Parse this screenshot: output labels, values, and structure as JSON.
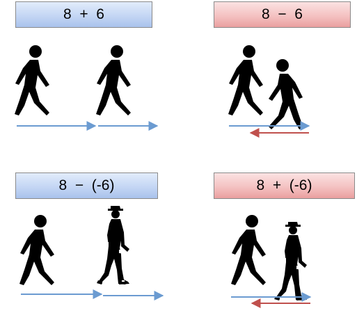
{
  "panels": [
    {
      "expression": "8  +  6",
      "box_color": "#c4d6f4"
    },
    {
      "expression": "8  −  6",
      "box_color": "#f4c2c2"
    },
    {
      "expression": "8  −  (-6)",
      "box_color": "#c4d6f4"
    },
    {
      "expression": "8  +  (-6)",
      "box_color": "#f4c2c2"
    }
  ],
  "colors": {
    "arrow_blue": "#6b9bd1",
    "arrow_red": "#c0504d",
    "figure": "#000000"
  },
  "figures": {
    "walking": "walking-person-icon",
    "moonwalking": "moonwalking-person-icon"
  }
}
